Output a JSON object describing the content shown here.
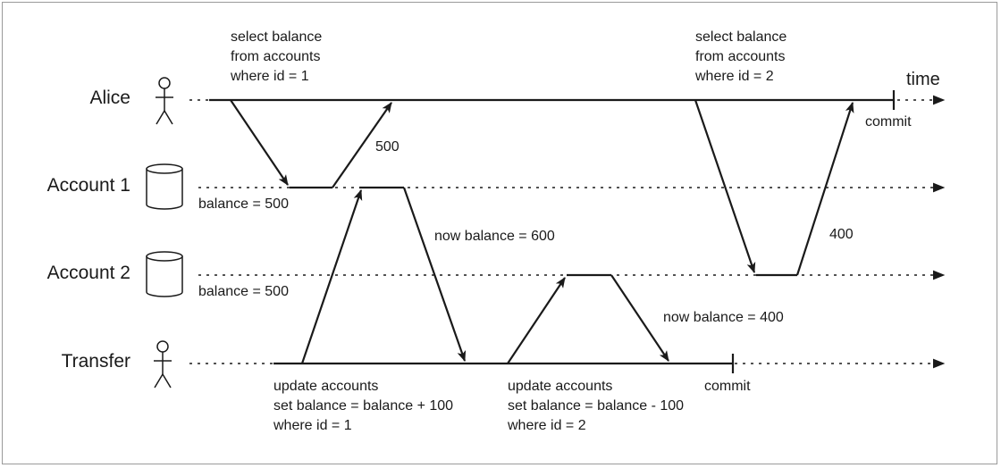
{
  "lanes": {
    "alice": "Alice",
    "account1": "Account 1",
    "account2": "Account 2",
    "transfer": "Transfer"
  },
  "time_label": "time",
  "alice_query1": [
    "select balance",
    "from accounts",
    "where id = 1"
  ],
  "alice_query2": [
    "select balance",
    "from accounts",
    "where id = 2"
  ],
  "alice_commit": "commit",
  "transfer_commit": "commit",
  "reply_500": "500",
  "reply_400": "400",
  "account1_balance": "balance = 500",
  "account2_balance": "balance = 500",
  "account1_now": "now balance = 600",
  "account2_now": "now balance = 400",
  "update1": [
    "update accounts",
    "set balance = balance + 100",
    "where id = 1"
  ],
  "update2": [
    "update accounts",
    "set balance = balance - 100",
    "where id = 2"
  ],
  "icons": {
    "alice": "person-icon",
    "account1": "database-icon",
    "account2": "database-icon",
    "transfer": "person-icon"
  }
}
